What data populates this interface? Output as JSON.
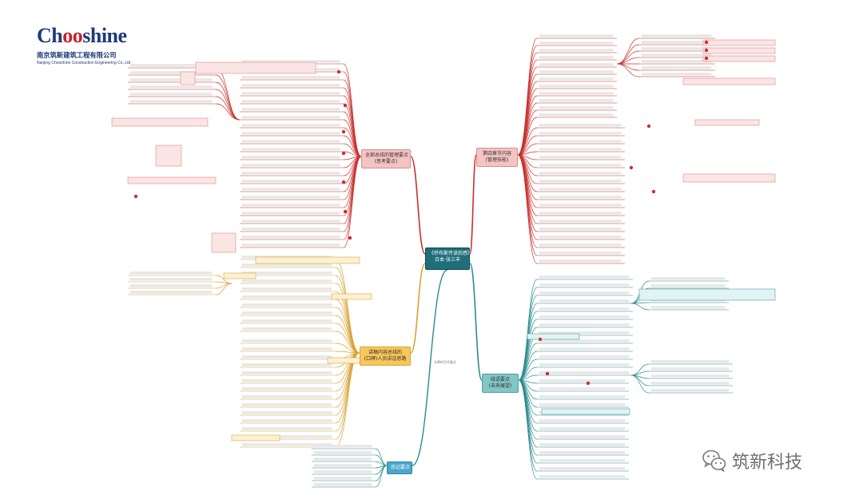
{
  "company": {
    "logo_word": "Chooshine",
    "logo_parts": [
      "Ch",
      "oo",
      "shine"
    ],
    "name_cn": "南京筑新建筑工程有限公司",
    "name_en": "Nanjing Chooshine Construction Engineering Co.,Ltd"
  },
  "center_node": {
    "line1": "《乔布斯传读后感》",
    "line2": "日本·张三丰"
  },
  "branches": {
    "north_east": [
      "第四章节内容",
      "(管理技能)"
    ],
    "north_west": [
      "全部总结的管理要点",
      "(思考要点)"
    ],
    "west": [
      "讲稿内容总结的",
      "(口碑)人员讲话思路"
    ],
    "east": [
      "结语要点",
      "(未来展望)"
    ],
    "south": [
      "后记要点"
    ]
  },
  "mini_label": "文章的写作要点",
  "watermark": {
    "text": "筑新科技",
    "icon": "wechat-icon"
  },
  "colors": {
    "center": "#1f6f7a",
    "branch_pink": "#f4c3c3",
    "branch_yellow": "#f7c75a",
    "branch_teal": "#82c6c8",
    "branch_blue": "#4ba6c9",
    "edge_red": "#c9302c",
    "edge_teal": "#2a8c8f",
    "edge_yellow": "#d9a335",
    "logo_blue": "#1e3a78",
    "logo_red": "#c8202c"
  }
}
